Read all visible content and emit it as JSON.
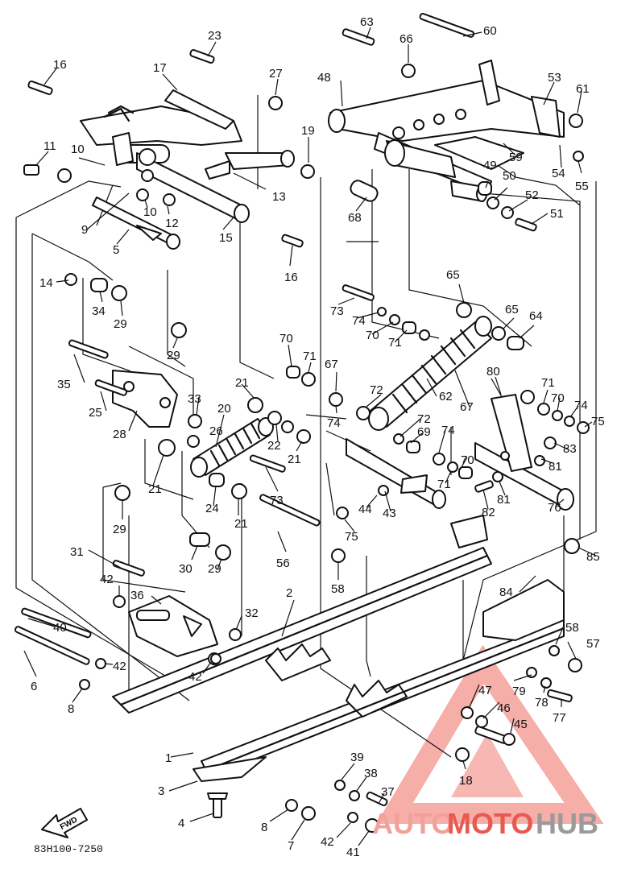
{
  "diagram_code": "83H100-7250",
  "fwd_label": "FWD",
  "watermark": {
    "part1": "AUTO",
    "part2": "MOTO",
    "part3": "HUB",
    "color_light": "#f4a09a",
    "color_red": "#e85a50",
    "color_dark": "#9a9a9a"
  },
  "callouts": [
    {
      "id": "c1",
      "text": "1"
    },
    {
      "id": "c2",
      "text": "2"
    },
    {
      "id": "c3",
      "text": "3"
    },
    {
      "id": "c4",
      "text": "4"
    },
    {
      "id": "c5",
      "text": "5"
    },
    {
      "id": "c6",
      "text": "6"
    },
    {
      "id": "c7",
      "text": "7"
    },
    {
      "id": "c8a",
      "text": "8"
    },
    {
      "id": "c8b",
      "text": "8"
    },
    {
      "id": "c9",
      "text": "9"
    },
    {
      "id": "c10a",
      "text": "10"
    },
    {
      "id": "c10b",
      "text": "10"
    },
    {
      "id": "c11",
      "text": "11"
    },
    {
      "id": "c12",
      "text": "12"
    },
    {
      "id": "c13",
      "text": "13"
    },
    {
      "id": "c14",
      "text": "14"
    },
    {
      "id": "c15",
      "text": "15"
    },
    {
      "id": "c16a",
      "text": "16"
    },
    {
      "id": "c16b",
      "text": "16"
    },
    {
      "id": "c17",
      "text": "17"
    },
    {
      "id": "c18",
      "text": "18"
    },
    {
      "id": "c19",
      "text": "19"
    },
    {
      "id": "c20",
      "text": "20"
    },
    {
      "id": "c21a",
      "text": "21"
    },
    {
      "id": "c21b",
      "text": "21"
    },
    {
      "id": "c21c",
      "text": "21"
    },
    {
      "id": "c21d",
      "text": "21"
    },
    {
      "id": "c22",
      "text": "22"
    },
    {
      "id": "c23",
      "text": "23"
    },
    {
      "id": "c24",
      "text": "24"
    },
    {
      "id": "c25",
      "text": "25"
    },
    {
      "id": "c26",
      "text": "26"
    },
    {
      "id": "c27",
      "text": "27"
    },
    {
      "id": "c28",
      "text": "28"
    },
    {
      "id": "c29a",
      "text": "29"
    },
    {
      "id": "c29b",
      "text": "29"
    },
    {
      "id": "c29c",
      "text": "29"
    },
    {
      "id": "c29d",
      "text": "29"
    },
    {
      "id": "c30",
      "text": "30"
    },
    {
      "id": "c31",
      "text": "31"
    },
    {
      "id": "c32",
      "text": "32"
    },
    {
      "id": "c33",
      "text": "33"
    },
    {
      "id": "c34",
      "text": "34"
    },
    {
      "id": "c35",
      "text": "35"
    },
    {
      "id": "c36",
      "text": "36"
    },
    {
      "id": "c37",
      "text": "37"
    },
    {
      "id": "c38",
      "text": "38"
    },
    {
      "id": "c39",
      "text": "39"
    },
    {
      "id": "c40",
      "text": "40"
    },
    {
      "id": "c41",
      "text": "41"
    },
    {
      "id": "c42a",
      "text": "42"
    },
    {
      "id": "c42b",
      "text": "42"
    },
    {
      "id": "c42c",
      "text": "42"
    },
    {
      "id": "c42d",
      "text": "42"
    },
    {
      "id": "c43",
      "text": "43"
    },
    {
      "id": "c44",
      "text": "44"
    },
    {
      "id": "c45",
      "text": "45"
    },
    {
      "id": "c46",
      "text": "46"
    },
    {
      "id": "c47",
      "text": "47"
    },
    {
      "id": "c48",
      "text": "48"
    },
    {
      "id": "c49",
      "text": "49"
    },
    {
      "id": "c50",
      "text": "50"
    },
    {
      "id": "c51",
      "text": "51"
    },
    {
      "id": "c52",
      "text": "52"
    },
    {
      "id": "c53",
      "text": "53"
    },
    {
      "id": "c54",
      "text": "54"
    },
    {
      "id": "c55",
      "text": "55"
    },
    {
      "id": "c56",
      "text": "56"
    },
    {
      "id": "c57",
      "text": "57"
    },
    {
      "id": "c58a",
      "text": "58"
    },
    {
      "id": "c58b",
      "text": "58"
    },
    {
      "id": "c59",
      "text": "59"
    },
    {
      "id": "c60",
      "text": "60"
    },
    {
      "id": "c61",
      "text": "61"
    },
    {
      "id": "c62",
      "text": "62"
    },
    {
      "id": "c63",
      "text": "63"
    },
    {
      "id": "c64",
      "text": "64"
    },
    {
      "id": "c65a",
      "text": "65"
    },
    {
      "id": "c65b",
      "text": "65"
    },
    {
      "id": "c66",
      "text": "66"
    },
    {
      "id": "c67a",
      "text": "67"
    },
    {
      "id": "c67b",
      "text": "67"
    },
    {
      "id": "c68",
      "text": "68"
    },
    {
      "id": "c69",
      "text": "69"
    },
    {
      "id": "c70a",
      "text": "70"
    },
    {
      "id": "c70b",
      "text": "70"
    },
    {
      "id": "c70c",
      "text": "70"
    },
    {
      "id": "c70d",
      "text": "70"
    },
    {
      "id": "c71a",
      "text": "71"
    },
    {
      "id": "c71b",
      "text": "71"
    },
    {
      "id": "c71c",
      "text": "71"
    },
    {
      "id": "c71d",
      "text": "71"
    },
    {
      "id": "c72a",
      "text": "72"
    },
    {
      "id": "c72b",
      "text": "72"
    },
    {
      "id": "c73a",
      "text": "73"
    },
    {
      "id": "c73b",
      "text": "73"
    },
    {
      "id": "c74a",
      "text": "74"
    },
    {
      "id": "c74b",
      "text": "74"
    },
    {
      "id": "c74c",
      "text": "74"
    },
    {
      "id": "c74d",
      "text": "74"
    },
    {
      "id": "c75a",
      "text": "75"
    },
    {
      "id": "c75b",
      "text": "75"
    },
    {
      "id": "c76",
      "text": "76"
    },
    {
      "id": "c77",
      "text": "77"
    },
    {
      "id": "c78",
      "text": "78"
    },
    {
      "id": "c79",
      "text": "79"
    },
    {
      "id": "c80",
      "text": "80"
    },
    {
      "id": "c81a",
      "text": "81"
    },
    {
      "id": "c81b",
      "text": "81"
    },
    {
      "id": "c82",
      "text": "82"
    },
    {
      "id": "c83",
      "text": "83"
    },
    {
      "id": "c84",
      "text": "84"
    },
    {
      "id": "c85",
      "text": "85"
    }
  ]
}
